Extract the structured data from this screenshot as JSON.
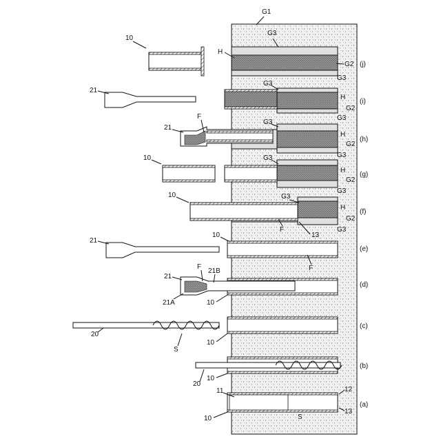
{
  "ground_label": "G1",
  "rows": [
    {
      "step": "(a)",
      "labels": {
        "casing": "10",
        "inner": "11",
        "mark12": "12",
        "mark13": "13",
        "soil": "S"
      }
    },
    {
      "step": "(b)",
      "labels": {
        "casing": "10",
        "auger": "20"
      }
    },
    {
      "step": "(c)",
      "labels": {
        "casing": "10",
        "auger": "20",
        "soil": "S"
      }
    },
    {
      "step": "(d)",
      "labels": {
        "casing": "10",
        "hopper": "21",
        "hopper_a": "21A",
        "hopper_b": "21B",
        "fill": "F"
      }
    },
    {
      "step": "(e)",
      "labels": {
        "casing": "10",
        "hopper": "21",
        "fill": "F"
      }
    },
    {
      "step": "(f)",
      "labels": {
        "casing": "10",
        "fill": "F",
        "mark13": "13",
        "g3": "G3",
        "h": "H",
        "g2": "G2"
      }
    },
    {
      "step": "(g)",
      "labels": {
        "casing": "10",
        "g3": "G3",
        "h": "H",
        "g2": "G2"
      }
    },
    {
      "step": "(h)",
      "labels": {
        "hopper": "21",
        "fill": "F",
        "g3": "G3",
        "h": "H",
        "g2": "G2"
      }
    },
    {
      "step": "(i)",
      "labels": {
        "hopper": "21",
        "g3": "G3",
        "h": "H",
        "g2": "G2"
      }
    },
    {
      "step": "(j)",
      "labels": {
        "casing": "10",
        "g3": "G3",
        "h": "H",
        "g2": "G2"
      }
    }
  ]
}
